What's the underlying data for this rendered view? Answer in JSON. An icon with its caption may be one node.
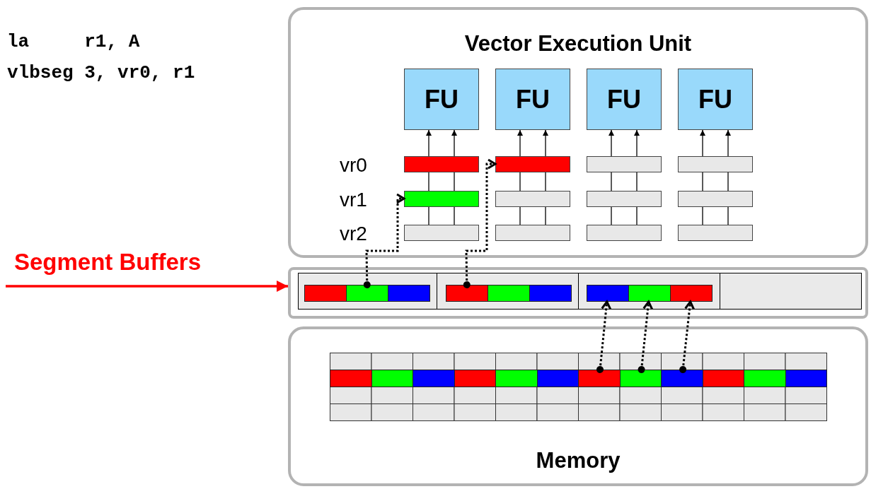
{
  "diagram": {
    "nodes": [
      {
        "text": [
          "Vector Execution Unit"
        ]
      },
      {
        "text": [
          "FU"
        ],
        "in": 0
      },
      {
        "text": [
          "FU"
        ],
        "in": 0
      },
      {
        "text": [
          "FU"
        ],
        "in": 0
      },
      {
        "text": [
          "FU"
        ],
        "in": 0
      },
      {
        "text": [],
        "shape": "bar",
        "in": 0
      },
      {
        "text": [],
        "shape": "bar",
        "in": 0
      },
      {
        "text": [],
        "shape": "bar",
        "in": 0
      },
      {
        "text": [],
        "shape": "bar",
        "in": 0
      },
      {
        "text": [],
        "shape": "bar",
        "in": 0
      },
      {
        "text": [],
        "shape": "bar",
        "in": 0
      },
      {
        "text": [],
        "shape": "bar",
        "in": 0
      },
      {
        "text": [],
        "shape": "bar",
        "in": 0
      },
      {
        "text": [],
        "shape": "bar",
        "in": 0
      },
      {
        "text": [],
        "shape": "bar",
        "in": 0
      },
      {
        "text": [],
        "shape": "bar",
        "in": 0
      },
      {
        "text": [],
        "shape": "bar",
        "in": 0
      },
      {
        "text": [
          "Segment Buffers"
        ]
      },
      {
        "text": [],
        "shape": "box"
      },
      {
        "text": [],
        "shape": "box",
        "in": 18
      },
      {
        "text": [],
        "shape": "box",
        "in": 18
      },
      {
        "text": [],
        "shape": "box",
        "in": 18
      },
      {
        "text": [],
        "shape": "box",
        "in": 18
      },
      {
        "text": [],
        "shape": "box",
        "in": 19
      },
      {
        "text": [],
        "shape": "box",
        "in": 19
      },
      {
        "text": [],
        "shape": "box",
        "in": 19
      },
      {
        "text": [],
        "shape": "box",
        "in": 20
      },
      {
        "text": [],
        "shape": "box",
        "in": 20
      },
      {
        "text": [],
        "shape": "box",
        "in": 20
      },
      {
        "text": [],
        "shape": "box",
        "in": 21
      },
      {
        "text": [],
        "shape": "box",
        "in": 21
      },
      {
        "text": [],
        "shape": "box",
        "in": 21
      },
      {
        "text": [
          "Memory"
        ]
      },
      {
        "text": [],
        "shape": "box",
        "in": 32
      },
      {
        "text": [],
        "shape": "box",
        "in": 32
      },
      {
        "text": [],
        "shape": "box",
        "in": 32
      },
      {
        "text": [],
        "shape": "box",
        "in": 32
      },
      {
        "text": [],
        "shape": "box",
        "in": 32
      },
      {
        "text": [],
        "shape": "box",
        "in": 32
      },
      {
        "text": [],
        "shape": "box",
        "in": 32
      },
      {
        "text": [],
        "shape": "box",
        "in": 32
      },
      {
        "text": [],
        "shape": "box",
        "in": 32
      },
      {
        "text": [],
        "shape": "box",
        "in": 32
      },
      {
        "text": [],
        "shape": "box",
        "in": 32
      },
      {
        "text": [],
        "shape": "box",
        "in": 32
      }
    ],
    "edges": [
      {
        "from": 5,
        "to": 1,
        "arrow": "to"
      },
      {
        "from": 5,
        "to": 1,
        "arrow": "to"
      },
      {
        "from": 6,
        "to": 2,
        "arrow": "to"
      },
      {
        "from": 6,
        "to": 2,
        "arrow": "to"
      },
      {
        "from": 7,
        "to": 3,
        "arrow": "to"
      },
      {
        "from": 7,
        "to": 3,
        "arrow": "to"
      },
      {
        "from": 8,
        "to": 4,
        "arrow": "to"
      },
      {
        "from": 8,
        "to": 4,
        "arrow": "to"
      },
      {
        "from": 9,
        "to": 5,
        "arrow": "none"
      },
      {
        "from": 9,
        "to": 5,
        "arrow": "none"
      },
      {
        "from": 10,
        "to": 6,
        "arrow": "none"
      },
      {
        "from": 10,
        "to": 6,
        "arrow": "none"
      },
      {
        "from": 11,
        "to": 7,
        "arrow": "none"
      },
      {
        "from": 11,
        "to": 7,
        "arrow": "none"
      },
      {
        "from": 12,
        "to": 8,
        "arrow": "none"
      },
      {
        "from": 12,
        "to": 8,
        "arrow": "none"
      },
      {
        "from": 13,
        "to": 9,
        "arrow": "none"
      },
      {
        "from": 13,
        "to": 9,
        "arrow": "none"
      },
      {
        "from": 14,
        "to": 10,
        "arrow": "none"
      },
      {
        "from": 14,
        "to": 10,
        "arrow": "none"
      },
      {
        "from": 15,
        "to": 11,
        "arrow": "none"
      },
      {
        "from": 15,
        "to": 11,
        "arrow": "none"
      },
      {
        "from": 16,
        "to": 12,
        "arrow": "none"
      },
      {
        "from": 16,
        "to": 12,
        "arrow": "none"
      },
      {
        "from": 17,
        "to": 18,
        "arrow": "to",
        "style": "thick",
        "color": "#ff0000"
      },
      {
        "from": 24,
        "to": 9,
        "arrow": "to",
        "style": "dashed"
      },
      {
        "from": 26,
        "to": 6,
        "arrow": "to",
        "style": "dashed"
      },
      {
        "from": 39,
        "to": 29,
        "arrow": "to",
        "style": "dashed"
      },
      {
        "from": 40,
        "to": 30,
        "arrow": "to",
        "style": "dashed"
      },
      {
        "from": 41,
        "to": 31,
        "arrow": "to",
        "style": "dashed"
      }
    ],
    "labels": [
      "la     r1, A",
      "vlbseg 3, vr0, r1",
      "vr0",
      "vr1",
      "vr2"
    ]
  }
}
